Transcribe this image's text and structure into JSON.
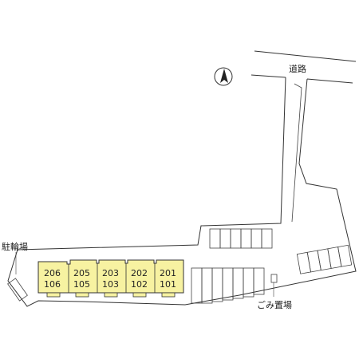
{
  "labels": {
    "road": "道路",
    "bicycle_parking": "駐輪場",
    "garbage": "ごみ置場",
    "north": "N"
  },
  "units": [
    {
      "upper": "206",
      "lower": "106"
    },
    {
      "upper": "205",
      "lower": "105"
    },
    {
      "upper": "203",
      "lower": "103"
    },
    {
      "upper": "202",
      "lower": "102"
    },
    {
      "upper": "201",
      "lower": "101"
    }
  ],
  "colors": {
    "building_fill": "#f7f2a1",
    "outline": "#333333",
    "background": "#ffffff"
  }
}
